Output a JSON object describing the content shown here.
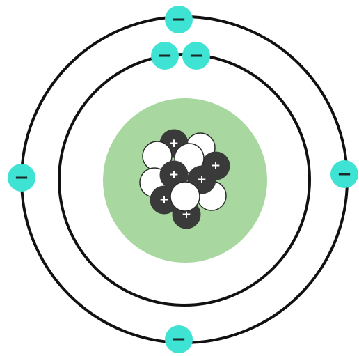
{
  "colors": {
    "background": "#ffffff",
    "orbit_stroke": "#111111",
    "nucleus_region": "#a8d8a0",
    "electron_fill": "#3fe3d3",
    "electron_symbol": "#1a2a2a",
    "proton_fill": "#3a3a3a",
    "proton_symbol": "#ffffff",
    "neutron_fill": "#ffffff",
    "neutron_stroke": "#2a2a2a"
  },
  "symbols": {
    "electron": "−",
    "proton": "+"
  },
  "shells": [
    {
      "name": "inner-shell",
      "electron_count": 2
    },
    {
      "name": "outer-shell",
      "electron_count": 4
    }
  ],
  "nucleus": {
    "proton_count": 6,
    "neutron_count": 6
  }
}
